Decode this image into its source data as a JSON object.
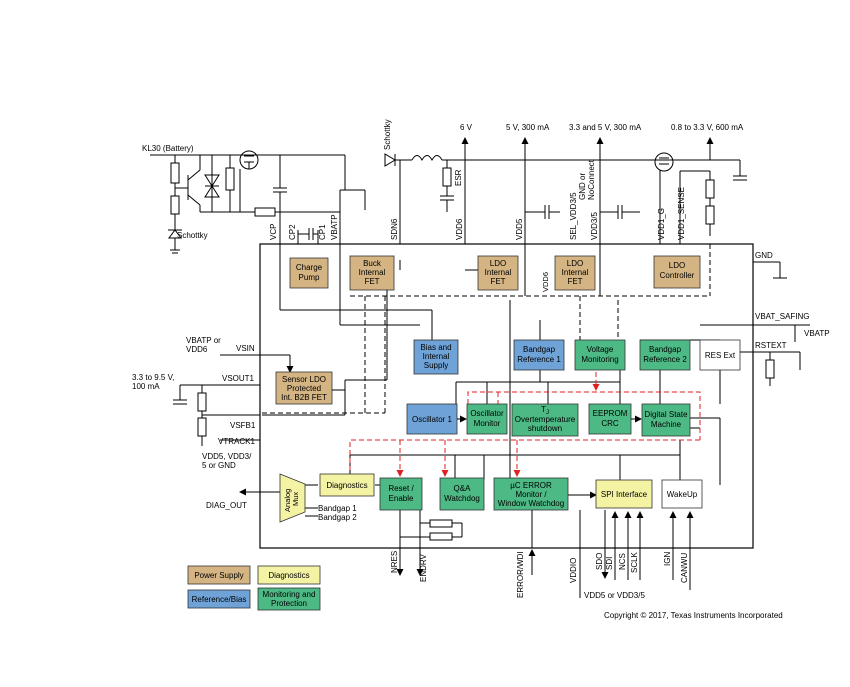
{
  "colors": {
    "power_supply": "#d4b483",
    "diagnostics": "#f4f3a4",
    "reference_bias": "#6fa3d8",
    "monitoring_protection": "#4dba85",
    "fault_path": "#e02020"
  },
  "icons": [
    "schottky-diode-icon",
    "inductor-icon",
    "mosfet-icon",
    "capacitor-icon",
    "resistor-icon",
    "ground-icon",
    "tvs-diode-icon",
    "arrow-icon"
  ],
  "top_labels": {
    "kl30": "KL30 (Battery)",
    "schottky_top": "Schottky",
    "schottky_left": "Schottky",
    "esr": "ESR",
    "v6": "6 V",
    "v5": "5 V, 300 mA",
    "v33": "3.3 and 5 V, 300 mA",
    "vddout": "0.8 to 3.3 V, 600 mA",
    "gnd_or_noconnect": "GND or\nNoConnect"
  },
  "pins": {
    "vcp": "VCP",
    "cp2": "CP2",
    "cp1": "CP1",
    "vbatp": "VBATP",
    "sdn6": "SDN6",
    "vdd6": "VDD6",
    "vdd5": "VDD5",
    "sel_vdd35": "SEL_VDD3/5",
    "vdd35": "VDD3/5",
    "vdd1_g": "VDD1_G",
    "vdd1_sense": "VDD1_SENSE",
    "gnd": "GND",
    "vbat_safing": "VBAT_SAFING",
    "vbatp_right": "VBATP",
    "rstext": "RSTEXT",
    "vsin": "VSIN",
    "vbatp_or_vdd6": "VBATP or\nVDD6",
    "vsout1": "VSOUT1",
    "vsout_range": "3.3 to 9.5 V,\n100 mA",
    "vsfb1": "VSFB1",
    "vtrack1": "VTRACK1",
    "vtrack_options": "VDD5, VDD3/\n5 or GND",
    "diag_out": "DIAG_OUT",
    "nres": "NRES",
    "endrv": "ENDRV",
    "error_wdi": "ERROR/WDI",
    "vddio": "VDDIO",
    "sdo": "SDO",
    "sdi": "SDI",
    "ncs": "NCS",
    "sclk": "SCLK",
    "ign": "IGN",
    "canwu": "CANWU",
    "vddio_supply": "VDD5 or VDD3/5",
    "vdd6_internal": "VDD6"
  },
  "blocks": {
    "charge_pump": "Charge\nPump",
    "buck_fet": "Buck\nInternal\nFET",
    "ldo1_fet": "LDO\nInternal\nFET",
    "ldo2_fet": "LDO\nInternal\nFET",
    "ldo_controller": "LDO\nController",
    "bias_supply": "Bias and\nInternal\nSupply",
    "bandgap1": "Bandgap\nReference 1",
    "voltage_monitoring": "Voltage\nMonitoring",
    "bandgap2": "Bandgap\nReference 2",
    "res_ext": "RES Ext",
    "sensor_ldo": "Sensor LDO\nProtected\nInt. B2B FET",
    "oscillator1": "Oscillator 1",
    "oscillator_monitor": "Oscillator\nMonitor",
    "overtemperature": "Overtemperature\nshutdown",
    "tj": "T",
    "tj_sub": "J",
    "eeprom_crc": "EEPROM\nCRC",
    "digital_state_machine": "Digital State\nMachine",
    "diagnostics": "Diagnostics",
    "analog_mux": "Analog\nMux",
    "reset_enable": "Reset /\nEnable",
    "qa_watchdog": "Q&A\nWatchdog",
    "uc_error_monitor": "µC ERROR\nMonitor /\nWindow Watchdog",
    "spi_interface": "SPI Interface",
    "wakeup": "WakeUp",
    "bandgap1_mux": "Bandgap 1",
    "bandgap2_mux": "Bandgap 2"
  },
  "legend": {
    "power_supply": "Power Supply",
    "diagnostics": "Diagnostics",
    "reference_bias": "Reference/Bias",
    "monitoring_protection": "Monitoring and\nProtection"
  },
  "copyright": "Copyright © 2017, Texas Instruments Incorporated"
}
